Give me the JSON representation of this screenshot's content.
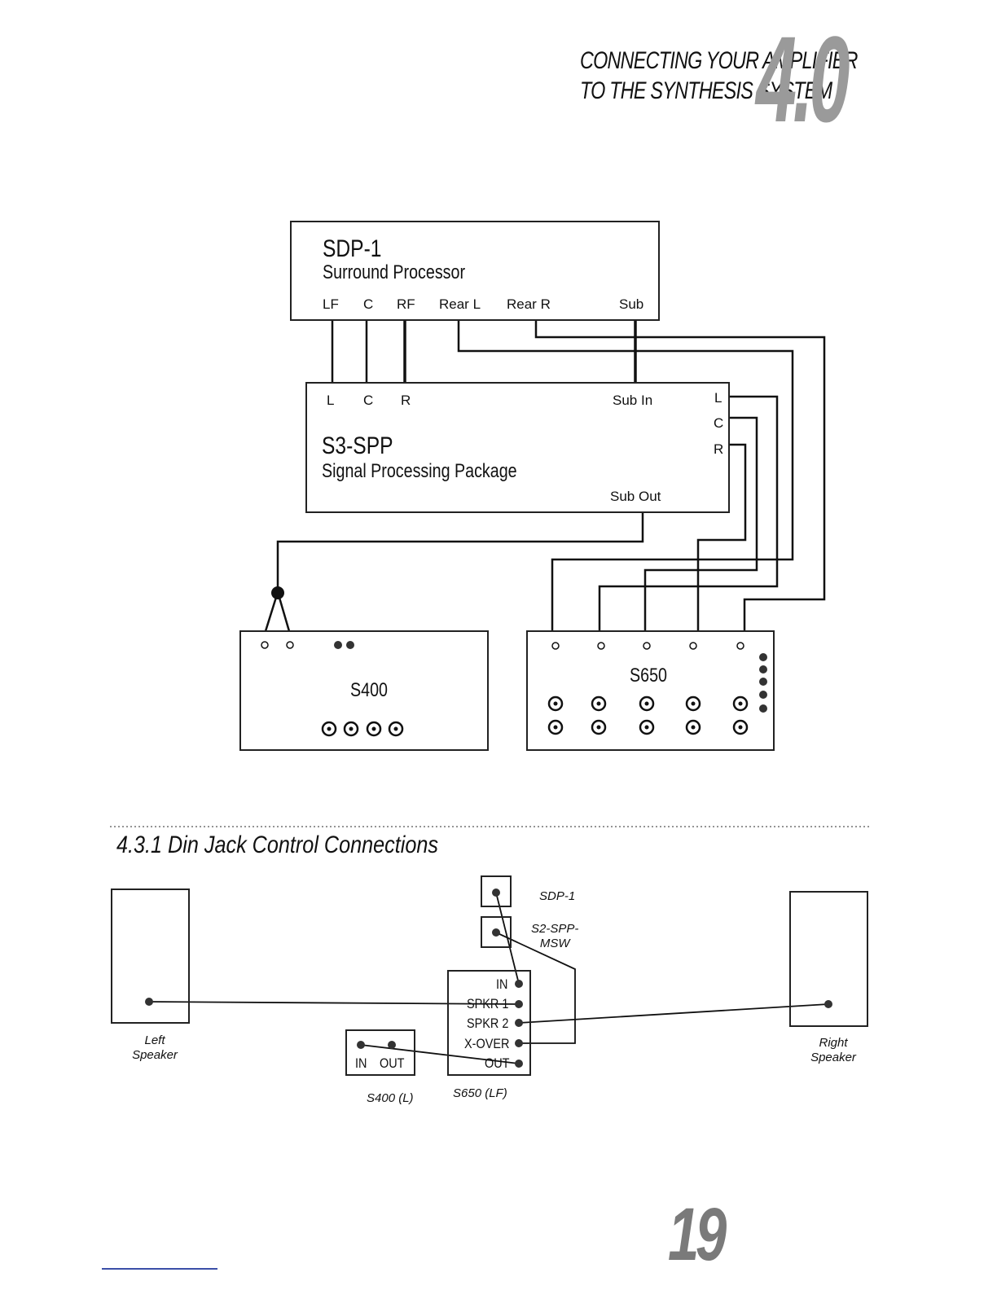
{
  "header": {
    "title_line1": "CONNECTING YOUR AMPLIFIER",
    "title_line2": "TO THE SYNTHESIS SYSTEM",
    "chapter": "4.0"
  },
  "top_diagram": {
    "sdp1": {
      "name": "SDP-1",
      "subtitle": "Surround Processor",
      "outputs": [
        "LF",
        "C",
        "RF",
        "Rear L",
        "Rear R",
        "Sub"
      ]
    },
    "s3spp": {
      "name": "S3-SPP",
      "subtitle": "Signal Processing Package",
      "inputs": [
        "L",
        "C",
        "R"
      ],
      "sub_in": "Sub In",
      "sub_out": "Sub Out",
      "outputs": [
        "L",
        "C",
        "R"
      ]
    },
    "s400": {
      "name": "S400"
    },
    "s650": {
      "name": "S650"
    }
  },
  "section": {
    "title": "4.3.1 Din Jack Control Connections"
  },
  "bottom_diagram": {
    "left_speaker": "Left\nSpeaker",
    "right_speaker": "Right\nSpeaker",
    "sdp1_label": "SDP-1",
    "s2spp_label": "S2-SPP-\nMSW",
    "s650_jacks": [
      "IN",
      "SPKR 1",
      "SPKR 2",
      "X-OVER",
      "OUT"
    ],
    "s650_label": "S650 (LF)",
    "s400_jacks": [
      "IN",
      "OUT"
    ],
    "s400_label": "S400 (L)"
  },
  "footer": {
    "page_number": "19"
  }
}
